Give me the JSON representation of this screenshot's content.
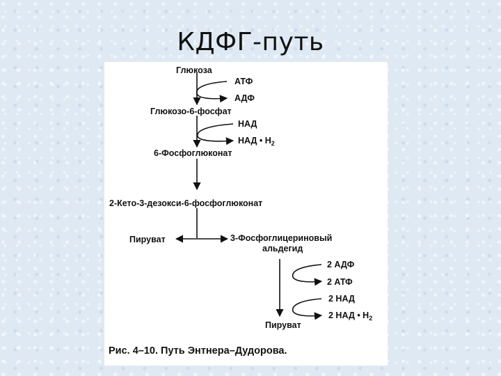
{
  "slide": {
    "title": "КДФГ-путь"
  },
  "diagram": {
    "glucose": "Глюкоза",
    "atp": "АТФ",
    "adp": "АДФ",
    "g6p": "Глюкозо-6-фосфат",
    "nad": "НАД",
    "nadh_base": "НАД • Н",
    "nadh_sub": "2",
    "pg6": "6-Фосфоглюконат",
    "kdpg": "2-Кето-3-дезокси-6-фосфоглюконат",
    "pyruvate_1": "Пируват",
    "g3p_line1": "3-Фосфоглицериновый",
    "g3p_line2": "альдегид",
    "adp_2": "2 АДФ",
    "atp_2": "2 АТФ",
    "nad_2": "2 НАД",
    "nadh_2_base": "2 НАД • Н",
    "nadh_2_sub": "2",
    "pyruvate_2": "Пируват"
  },
  "caption": "Рис. 4–10. Путь Энтнера–Дудорова."
}
